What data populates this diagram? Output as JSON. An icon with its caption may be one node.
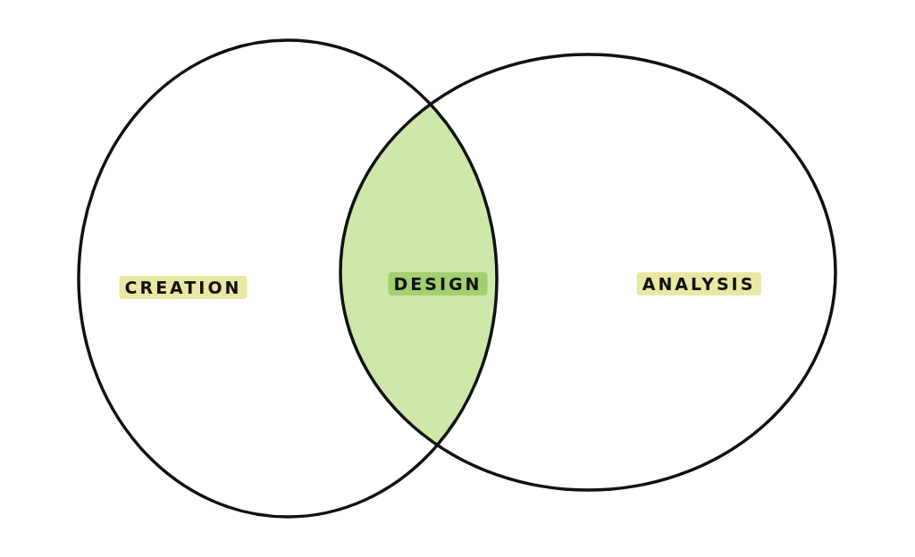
{
  "diagram": {
    "nodes": [
      {
        "text": [
          "CREATION"
        ]
      },
      {
        "text": [
          "DESIGN"
        ]
      },
      {
        "text": [
          "ANALYSIS"
        ]
      }
    ]
  }
}
